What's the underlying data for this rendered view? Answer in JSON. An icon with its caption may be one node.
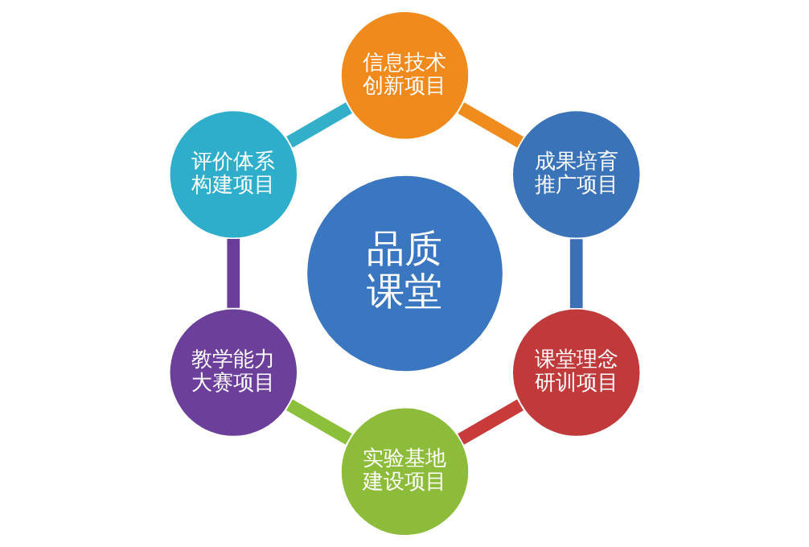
{
  "diagram": {
    "nodes": [
      {
        "text": [
          "课堂理念研训项目"
        ]
      },
      {
        "text": [
          "成果培育推广项目"
        ]
      },
      {
        "text": [
          "实验基地建设项目"
        ]
      },
      {
        "text": [
          "品质课堂"
        ]
      },
      {
        "text": [
          "信息技术创新项目"
        ]
      },
      {
        "text": [
          "教学能力大赛项目"
        ]
      },
      {
        "text": [
          "评价体系构建项目"
        ]
      }
    ],
    "edges": [
      {
        "from": 0,
        "to": 2,
        "arrow": "none",
        "color": "#c93a3a"
      },
      {
        "from": 2,
        "to": 5,
        "arrow": "none",
        "color": "#8dc03a"
      },
      {
        "from": 5,
        "to": 6,
        "arrow": "none",
        "color": "#6a3d98"
      },
      {
        "from": 6,
        "to": 4,
        "arrow": "none",
        "color": "#33afc9"
      },
      {
        "from": 4,
        "to": 1,
        "arrow": "none",
        "color": "#f08c1e"
      },
      {
        "from": 1,
        "to": 0,
        "arrow": "none",
        "color": "#3c6fb5"
      }
    ]
  }
}
